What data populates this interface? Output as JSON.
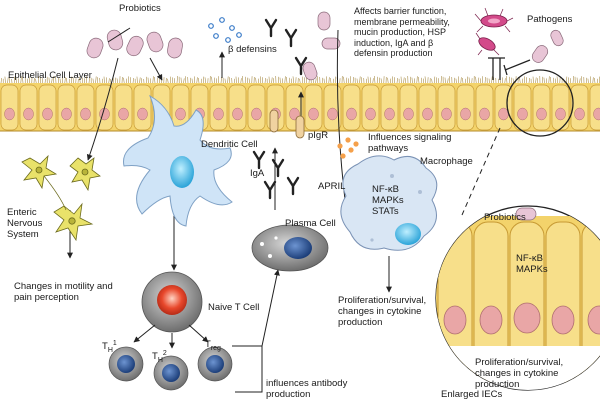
{
  "labels": {
    "probiotics_top": "Probiotics",
    "beta_defensins": "β defensins",
    "affects_barrier": "Affects barrier function,\nmembrane permeability,\nmucin production, HSP\ninduction, IgA and β\ndefensin production",
    "pathogens": "Pathogens",
    "epithelial_layer": "Epithelial Cell Layer",
    "dendritic_cell": "Dendritic Cell",
    "pigr": "pIgR",
    "influences_signaling": "Influences signaling\npathways",
    "macrophage": "Macrophage",
    "iga": "IgA",
    "april": "APRIL",
    "nfkb_block": "NF-κB\nMAPKs\nSTATs",
    "enteric_nervous": "Enteric\nNervous\nSystem",
    "plasma_cell": "Plasma Cell",
    "changes_motility": "Changes in motility and\npain perception",
    "naive_t": "Naive T Cell",
    "th1_main": "T",
    "th1_sub": "H",
    "th1_sup": "1",
    "th2_main": "T",
    "th2_sub": "H",
    "th2_sup": "2",
    "treg_main": "T",
    "treg_sub": "reg",
    "influences_antibody": "influences antibody\nproduction",
    "proliferation_mid": "Proliferation/survival,\nchanges in cytokine\nproduction",
    "probiotics_inset": "Probiotics",
    "nfkb_inset": "NF-κB\nMAPKs",
    "proliferation_inset": "Proliferation/survival,\nchanges in cytokine\nproduction",
    "enlarged_iecs": "Enlarged IECs"
  },
  "colors": {
    "epithelium": "#f3d36b",
    "nucleus_pink": "#e9a6a6",
    "probiotic": "#e8c5d6",
    "pathogen": "#d34a8a",
    "dendritic": "#cfe4f7",
    "macrophage": "#d9e6f4",
    "nucleus_blue": "#2f5fa7",
    "neuron": "#e9e26a",
    "naive_nucleus": "#e0462d",
    "t_cell_grey": "#9a9a9a"
  }
}
